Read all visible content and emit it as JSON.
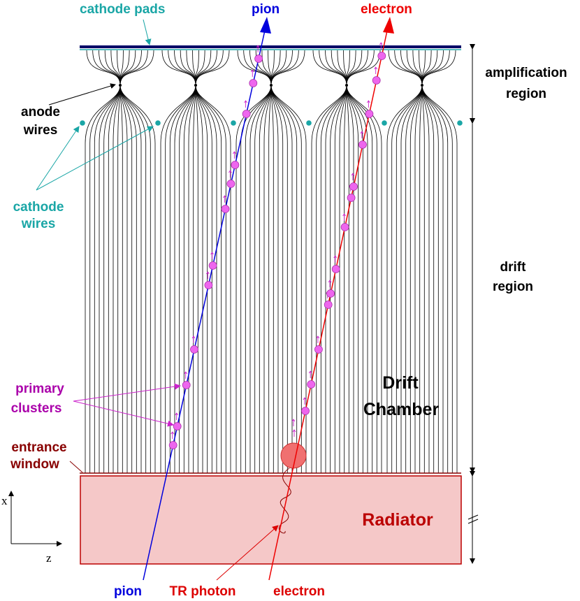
{
  "labels": {
    "cathode_pads": "cathode pads",
    "pion_top": "pion",
    "electron_top": "electron",
    "amplification_1": "amplification",
    "amplification_2": "region",
    "anode_1": "anode",
    "anode_2": "wires",
    "cathode_wires_1": "cathode",
    "cathode_wires_2": "wires",
    "drift_1": "drift",
    "drift_2": "region",
    "primary_1": "primary",
    "primary_2": "clusters",
    "drift_chamber_1": "Drift",
    "drift_chamber_2": "Chamber",
    "entrance_1": "entrance",
    "entrance_2": "window",
    "radiator": "Radiator",
    "axis_x": "x",
    "axis_z": "z",
    "pion_bottom": "pion",
    "tr_photon": "TR photon",
    "electron_bottom": "electron"
  },
  "colors": {
    "pion": "#0000dd",
    "electron": "#ee0000",
    "cathode_pads": "#000066",
    "cathode_wire": "#1aa6a6",
    "cluster": "#ee66ee",
    "cluster_label": "#aa00aa",
    "entrance": "#880000",
    "radiator_fill": "#f5c8c8",
    "radiator_text": "#bb0000",
    "tr_photon_blob": "#f07070"
  }
}
